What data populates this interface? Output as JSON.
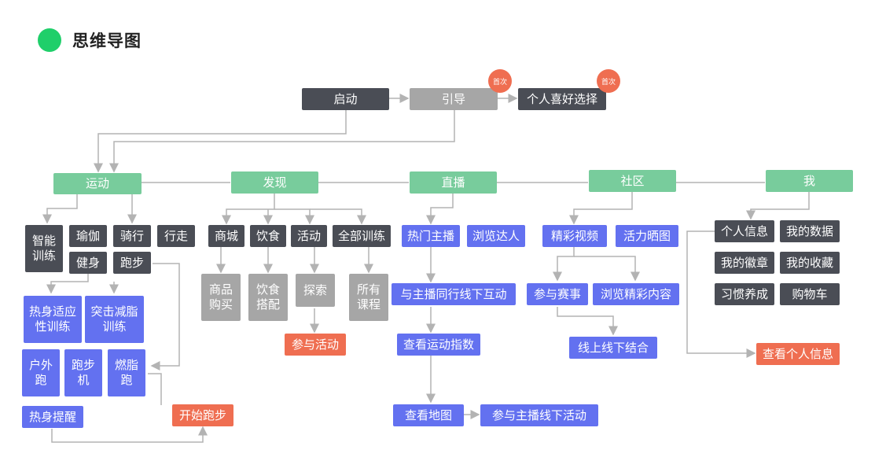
{
  "header": {
    "title": "思维导图",
    "icon": "green-circle-icon"
  },
  "colors": {
    "dark": "#4a4d55",
    "gray": "#a6a6a6",
    "green": "#78cc9c",
    "blue": "#6371f0",
    "orange": "#ef6e51",
    "line": "#b3b3b3",
    "title_dot": "#1fcf6a"
  },
  "flow": {
    "start": "启动",
    "guide": "引导",
    "preference": "个人喜好选择",
    "first_time_badge": "首次"
  },
  "categories": {
    "sport": "运动",
    "discover": "发现",
    "live": "直播",
    "community": "社区",
    "me": "我"
  },
  "sport": {
    "smart_training": "智能训练",
    "yoga": "瑜伽",
    "cycling": "骑行",
    "walking": "行走",
    "fitness": "健身",
    "running": "跑步",
    "warmup_training": "热身适应性训练",
    "burst_fat_training": "突击减脂训练",
    "outdoor_run": "户外跑",
    "treadmill": "跑步机",
    "fat_burn_run": "燃脂跑",
    "warmup_reminder": "热身提醒",
    "start_running": "开始跑步"
  },
  "discover": {
    "mall": "商城",
    "diet": "饮食",
    "activity": "活动",
    "all_training": "全部训练",
    "buy_goods": "商品购买",
    "diet_match": "饮食搭配",
    "explore": "探索",
    "all_courses": "所有课程",
    "join_activity": "参与活动"
  },
  "live": {
    "hot_hosts": "热门主播",
    "browse_experts": "浏览达人",
    "offline_interaction": "与主播同行线下互动",
    "sport_index": "查看运动指数",
    "view_map": "查看地图",
    "host_offline_activity": "参与主播线下活动"
  },
  "community": {
    "highlight_videos": "精彩视频",
    "vitality_share": "活力晒图",
    "join_contest": "参与赛事",
    "browse_highlights": "浏览精彩内容",
    "online_offline": "线上线下结合"
  },
  "me": {
    "personal_info": "个人信息",
    "my_data": "我的数据",
    "my_badges": "我的徽章",
    "my_favorites": "我的收藏",
    "habit_building": "习惯养成",
    "cart": "购物车",
    "view_personal_info": "查看个人信息"
  }
}
